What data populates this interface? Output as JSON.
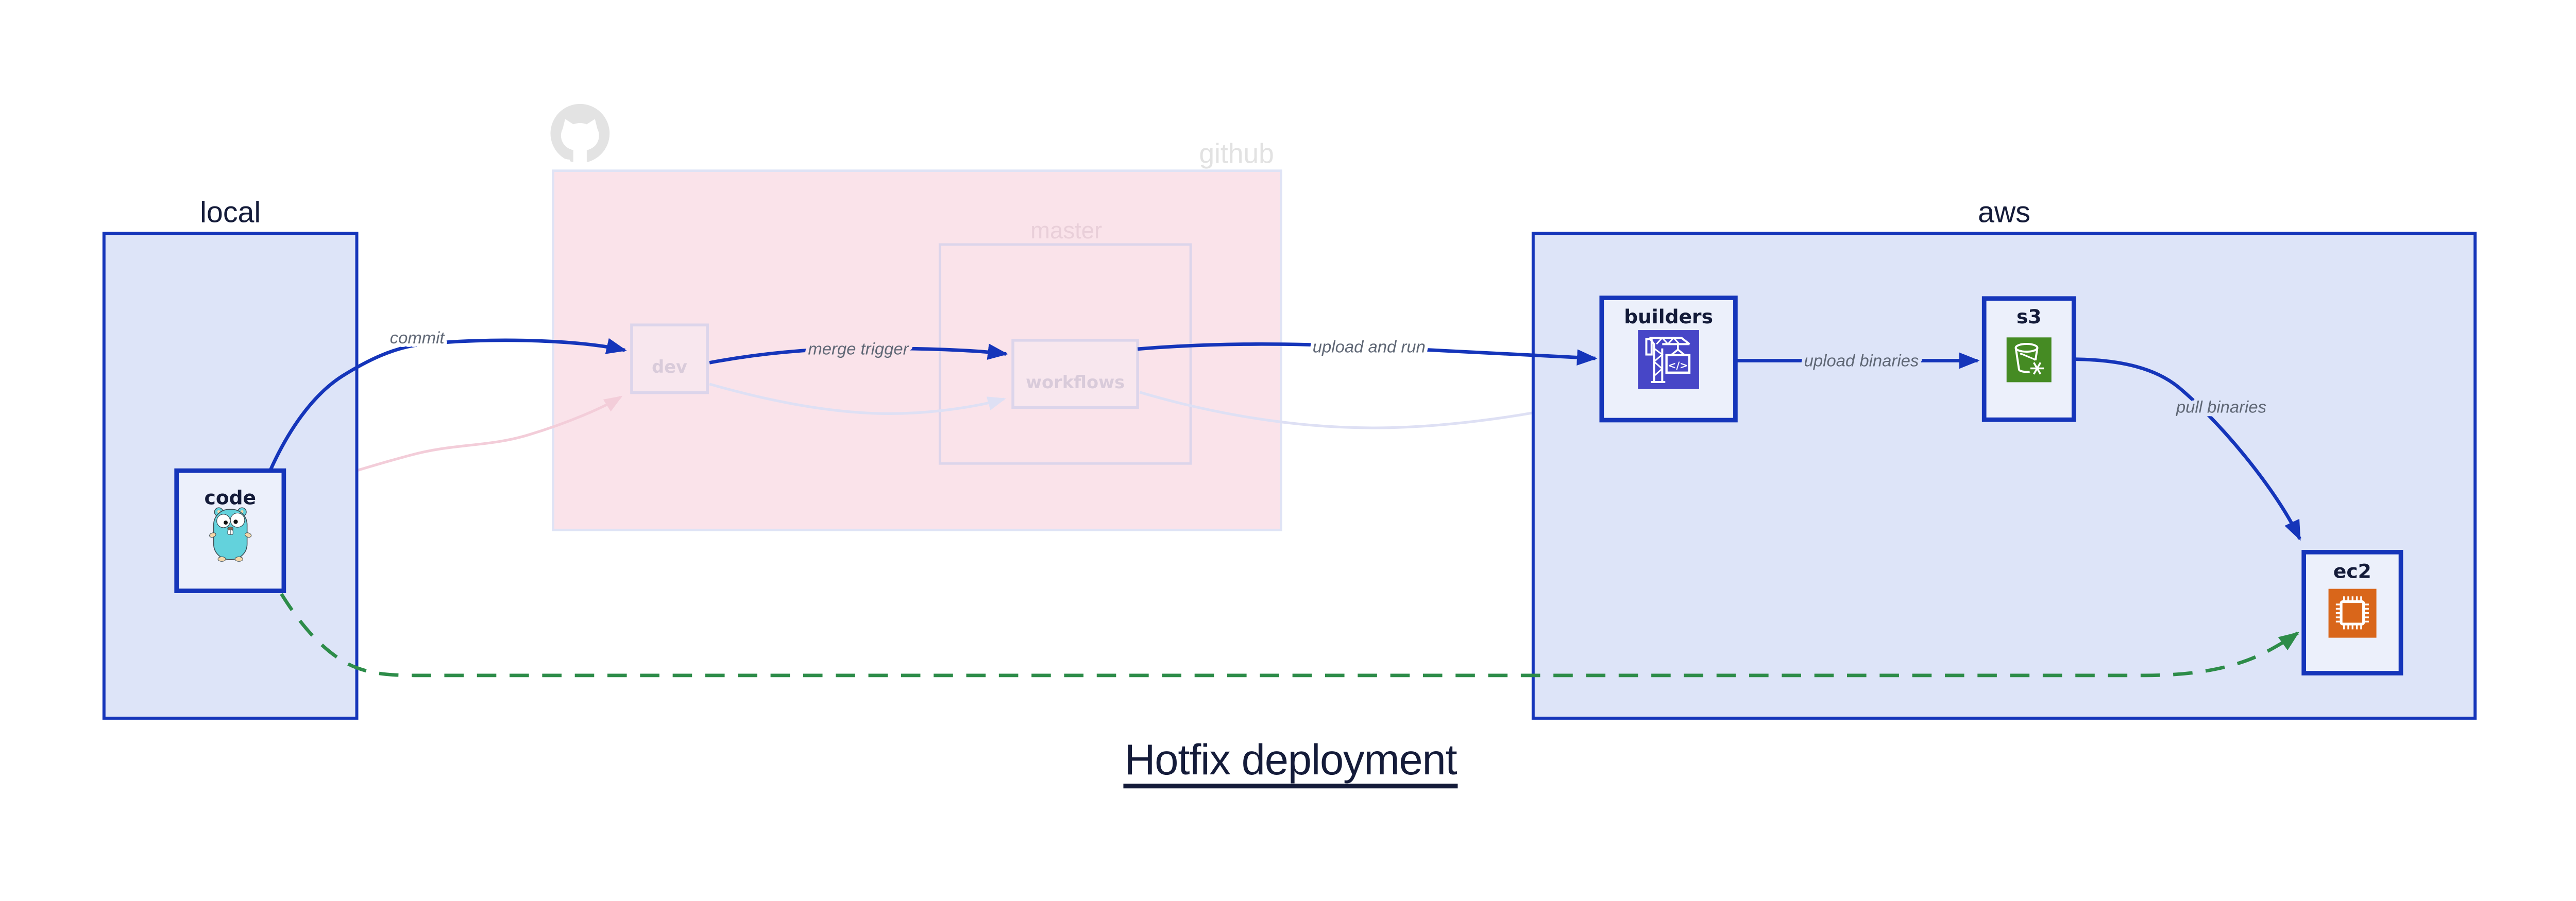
{
  "title": "Hotfix deployment",
  "groups": {
    "local": {
      "label": "local"
    },
    "github": {
      "label": "github"
    },
    "master": {
      "label": "master"
    },
    "aws": {
      "label": "aws"
    }
  },
  "nodes": {
    "code": {
      "label": "code"
    },
    "dev": {
      "label": "dev"
    },
    "workflows": {
      "label": "workflows"
    },
    "builders": {
      "label": "builders"
    },
    "s3": {
      "label": "s3"
    },
    "ec2": {
      "label": "ec2"
    }
  },
  "edges": {
    "commit": {
      "label": "commit"
    },
    "merge_trigger": {
      "label": "merge trigger"
    },
    "upload_and_run": {
      "label": "upload and run"
    },
    "upload_binaries": {
      "label": "upload binaries"
    },
    "pull_binaries": {
      "label": "pull binaries"
    }
  },
  "icons": {
    "codebuild_glyph": "</>"
  },
  "colors": {
    "accent_blue": "#1535ba",
    "container_fill": "#dde4f8",
    "node_fill": "#ecf0fb",
    "navy_text": "#141b39",
    "edge_label_gray": "#5f6775",
    "github_box_fill": "#fae3ea",
    "github_box_border": "#dfe3f5",
    "faded_node_border": "#dcd5eb",
    "faded_node_fill": "#f8e7ee",
    "faded_node_text": "#d9cbda",
    "master_label_text": "#e9cfd9",
    "github_label_gray": "#e2e2e2",
    "octocat_gray": "#e3e3e3",
    "faded_edge_lavender": "#dee0f4",
    "faded_edge_pink": "#f3cdd9",
    "hotfix_green": "#2d8c49",
    "codebuild_indigo": "#4746c7",
    "s3_green": "#458b23",
    "ec2_orange": "#d9661a",
    "gopher_teal": "#63d2dc",
    "gopher_tan": "#f6d7a9"
  }
}
